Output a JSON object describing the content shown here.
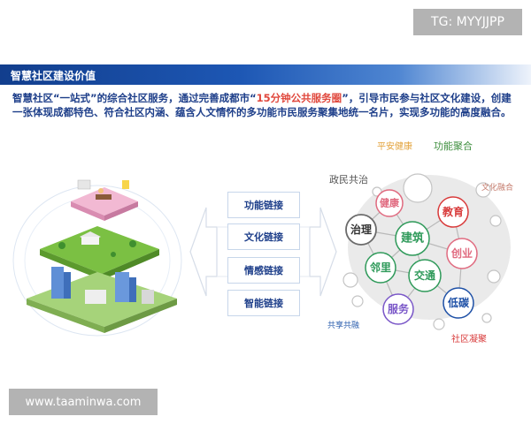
{
  "watermarks": {
    "top": "TG: MYYJJPP",
    "bottom": "www.taaminwa.com"
  },
  "section": {
    "title": "智慧社区建设价值"
  },
  "intro": {
    "part1": "智慧社区“一站式”的综合社区服务，通过完善成都市“",
    "highlight": "15分钟公共服务圈",
    "part2": "”，引导市民参与社区文化建设，创建一张体现成都特色、符合社区内涵、蕴含人文情怀的多功能市民服务聚集地统一名片，实现多功能的高度融合。"
  },
  "links": [
    {
      "label": "功能链接"
    },
    {
      "label": "文化链接"
    },
    {
      "label": "情感链接"
    },
    {
      "label": "智能链接"
    }
  ],
  "outer_labels": {
    "safety_health": "平安健康",
    "function_aggregation": "功能聚合",
    "civic_governance": "政民共治",
    "culture_integration": "文化融合",
    "shared_integration": "共享共融",
    "community_cohesion": "社区凝聚"
  },
  "nodes": {
    "governance": "治理",
    "health": "健康",
    "education": "教育",
    "building": "建筑",
    "entrepreneurship": "创业",
    "neighborhood": "邻里",
    "transport": "交通",
    "service": "服务",
    "low_carbon": "低碳"
  },
  "colors": {
    "banner": "#1d57b4",
    "intro_text": "#1e3f8a",
    "highlight": "#e0473c",
    "link_text": "#1e3f8a",
    "node_green": "#2f9a5a",
    "node_pink": "#e06a7f",
    "node_red": "#d83a3a",
    "node_blue": "#1e50a6",
    "node_purple": "#7a57c8",
    "safety_health": "#e3a33c",
    "function_aggregation": "#3f8f3f",
    "culture_integration": "#c47a6b",
    "community_cohesion": "#d83a3a",
    "shared_integration": "#2c5fae"
  }
}
